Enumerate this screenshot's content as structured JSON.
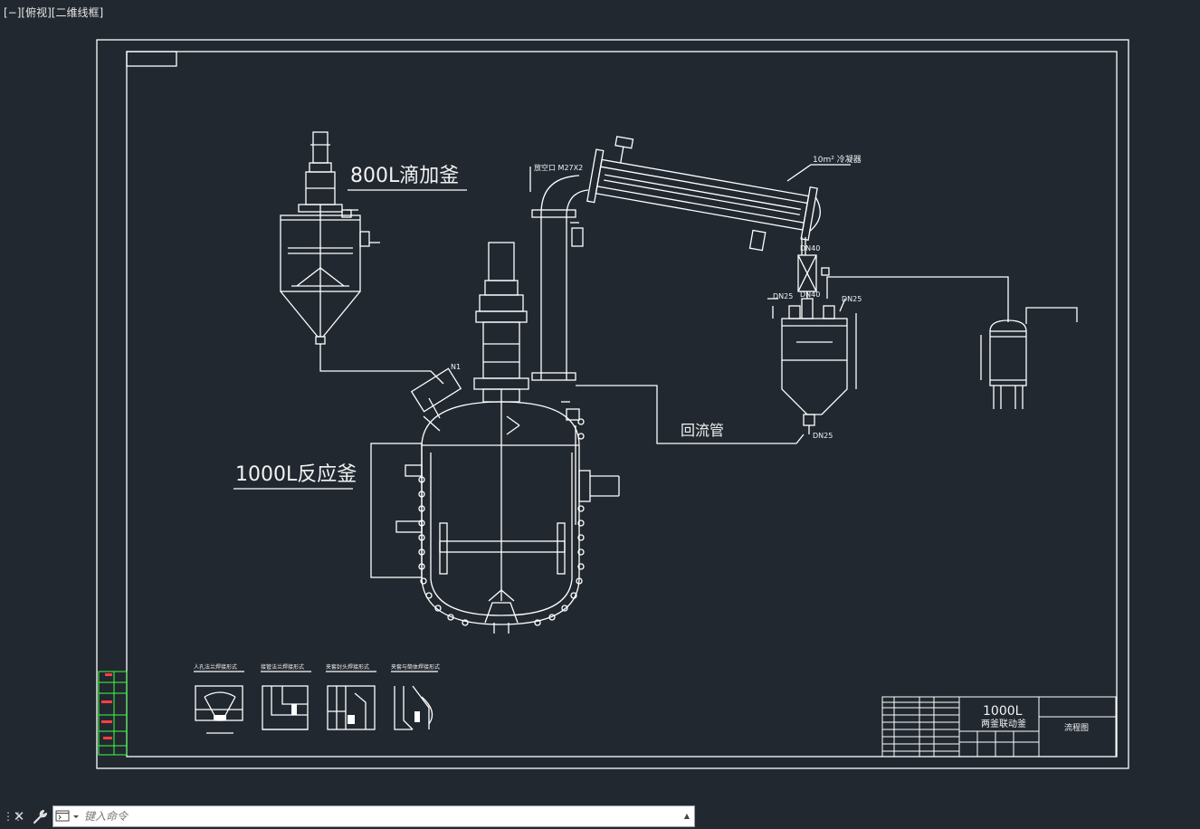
{
  "viewport": {
    "label": "[−][俯视][二维线框]"
  },
  "drawing": {
    "labels": {
      "drip_tank": "800L滴加釜",
      "reactor": "1000L反应釜",
      "reflux_pipe": "回流管",
      "condenser": "10m² 冷凝器",
      "vent_port": "放空口 M27X2",
      "dn40_top": "DN40",
      "dn40_bottom": "DN40",
      "dn25_left": "DN25",
      "dn25_right": "DN25",
      "dn25_bottom": "DN25",
      "n1": "N1"
    },
    "weld_details": [
      "人孔法兰焊接形式",
      "接管法兰焊接形式",
      "夹套封头焊接形式",
      "夹套与筒体焊接形式"
    ],
    "title_block": {
      "capacity": "1000L",
      "drawing_name": "两釜联动釜",
      "sheet_title": "流程图"
    }
  },
  "command_line": {
    "placeholder": "键入命令"
  },
  "colors": {
    "background": "#212830",
    "line": "#ffffff",
    "margin_red": "#ff4040",
    "margin_green": "#40ff40"
  },
  "icons": [
    "close-icon",
    "wrench-icon",
    "command-prompt-icon",
    "chevron-up-icon"
  ]
}
